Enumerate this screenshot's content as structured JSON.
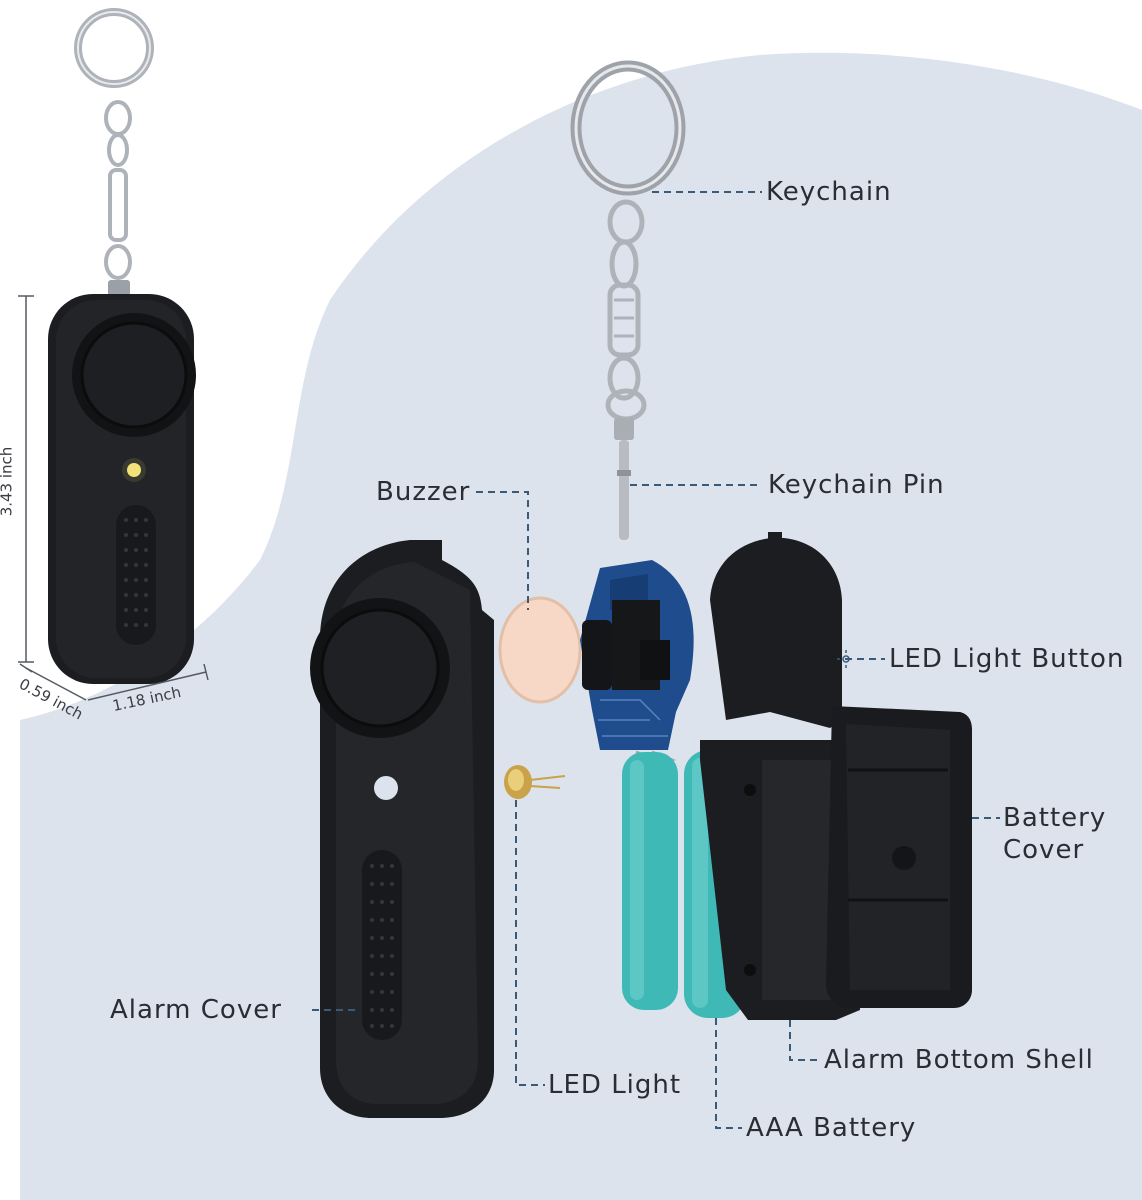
{
  "colors": {
    "background_blob": "#dde3ec",
    "device_body": "#1c1d20",
    "battery": "#3fb9b6",
    "pcb": "#1e4c8c",
    "buzzer": "#f7d8c6",
    "leader_line": "#3a5a7a",
    "led": "#f3e27a",
    "metal": "#b8bcc2"
  },
  "dimensions": {
    "height": "3.43 inch",
    "depth": "0.59 inch",
    "width": "1.18 inch"
  },
  "labels": {
    "keychain": "Keychain",
    "keychain_pin": "Keychain Pin",
    "buzzer": "Buzzer",
    "led_light_button": "LED Light Button",
    "battery_cover_line1": "Battery",
    "battery_cover_line2": "Cover",
    "alarm_cover": "Alarm Cover",
    "led_light": "LED Light",
    "alarm_bottom_shell": "Alarm Bottom Shell",
    "aaa_battery": "AAA Battery"
  }
}
